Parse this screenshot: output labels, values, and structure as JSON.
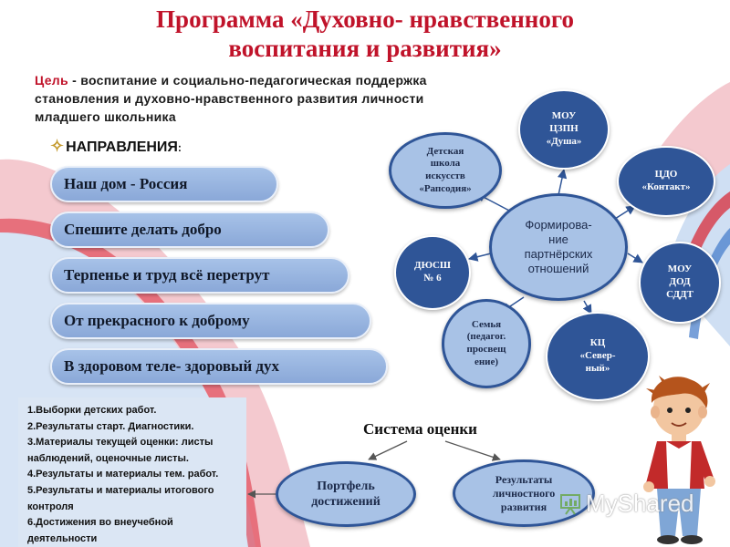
{
  "title": {
    "line1": "Программа «Духовно- нравственного",
    "line2": "воспитания  и  развития»"
  },
  "goal": {
    "label": "Цель",
    "line1_rest": " - воспитание  и  социально-педагогическая  поддержка",
    "line2": "становления  и духовно-нравственного   развития  личности",
    "line3": "младшего  школьника"
  },
  "directions": {
    "heading": "НАПРАВЛЕНИЯ",
    "heading_suffix": ":",
    "items": [
      "Наш дом - Россия",
      "Спешите  делать  добро",
      "Терпенье  и  труд  всё  перетрут",
      "От  прекрасного  к  доброму",
      "В  здоровом  теле- здоровый  дух"
    ]
  },
  "partners": {
    "center": "Формирова-\nние\nпартнёрских\nотношений",
    "nodes": {
      "school": "Детская\nшкола\nискусств\n«Рапсодия»",
      "czpn": "МОУ\nЦЗПН\n«Душа»",
      "cdo": "ЦДО\n«Контакт»",
      "moudod": "МОУ\nДОД\nСДДТ",
      "kc": "КЦ\n«Север-\nный»",
      "family": "Семья\n(педагог.\nпросвещ\nение)",
      "dussh": "ДЮСШ\n№ 6"
    }
  },
  "evaluation": {
    "title": "Система  оценки",
    "portfolio": "Портфель\nдостижений",
    "results": "Результаты\nличностного\nразвития",
    "list": [
      "1.Выборки детских работ.",
      "2.Результаты старт.  Диагностики.",
      "3.Материалы текущей оценки: листы",
      "наблюдений, оценочные листы.",
      "4.Результаты и материалы тем.  работ.",
      "5.Результаты и материалы итогового",
      "контроля",
      "6.Достижения во внеучебной",
      "деятельности"
    ]
  },
  "watermark": {
    "text": "MyShared",
    "icon": "presentation-board-icon"
  },
  "colors": {
    "title_red": "#c0132a",
    "oval_dark": "#2f5597",
    "oval_light": "#a8c2e6",
    "pill_blue": "#93b0dd",
    "list_bg": "#dbe6f4",
    "flag_red": "#d9202c",
    "flag_blue": "#3f78c9"
  }
}
